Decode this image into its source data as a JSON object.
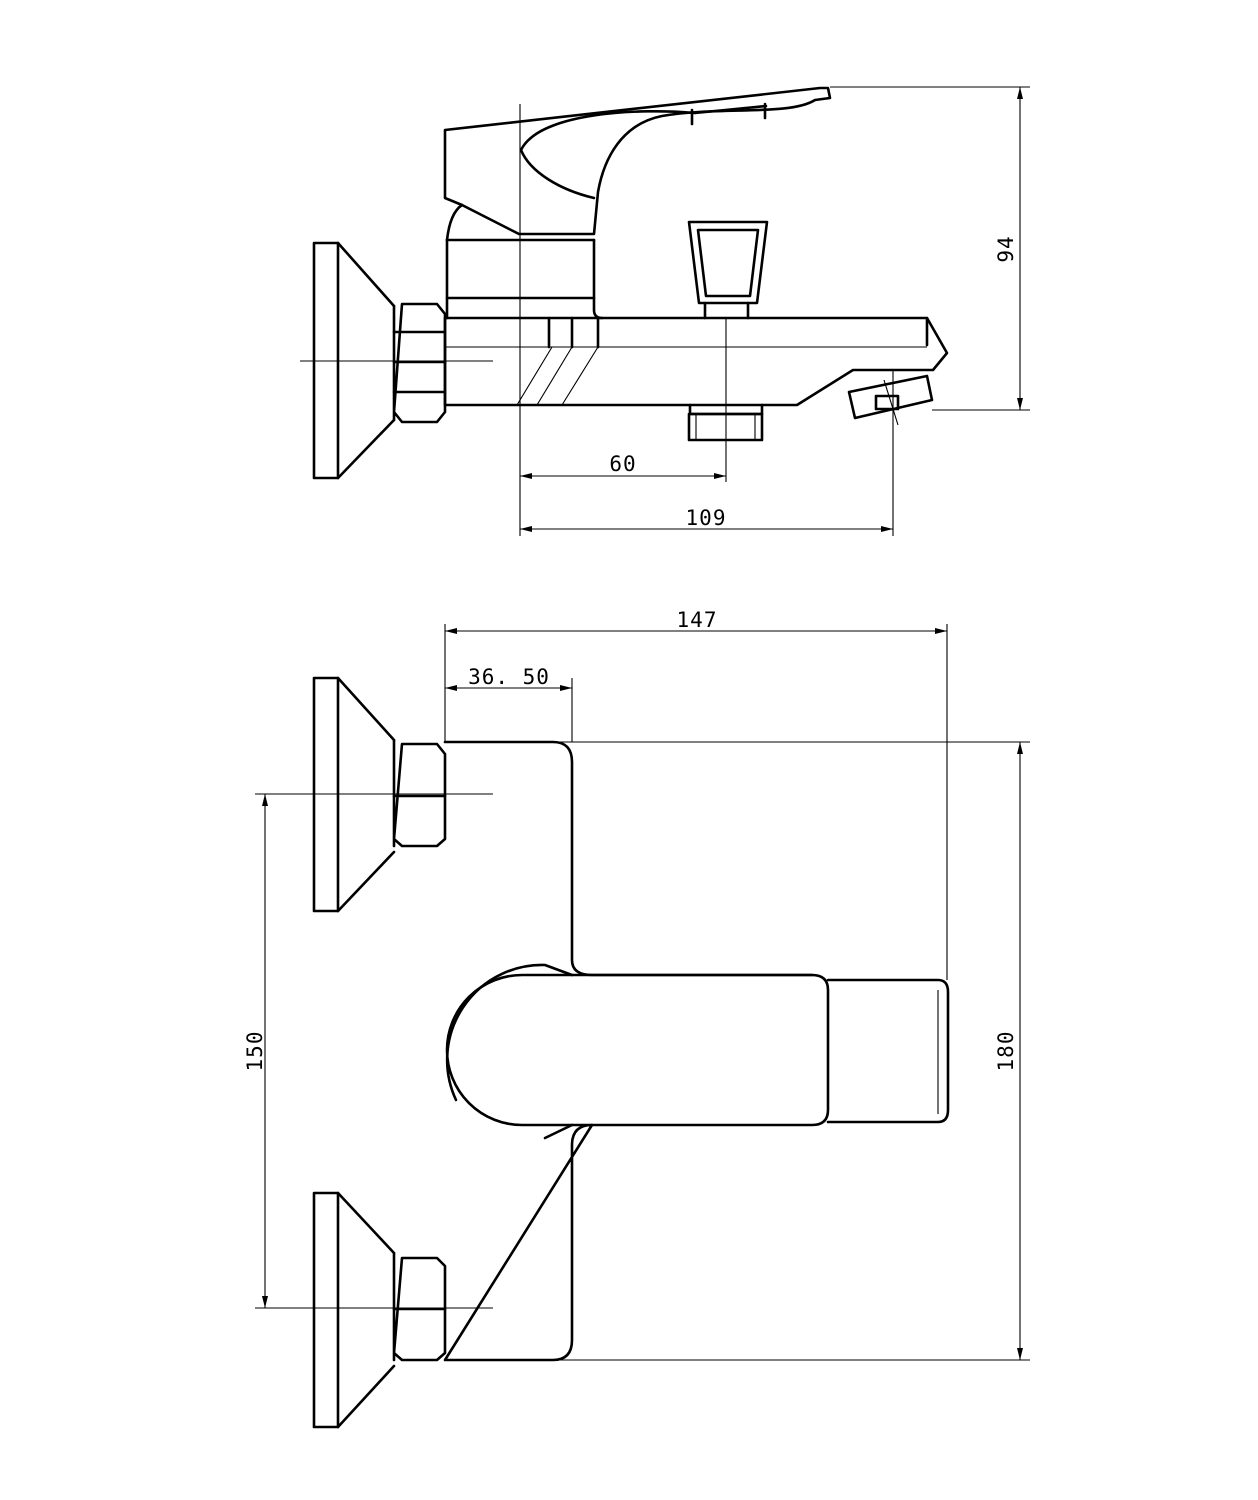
{
  "dimensions": {
    "side_height": "94",
    "spout_offset": "60",
    "spout_reach": "109",
    "overall_width": "147",
    "body_depth": "36. 50",
    "inlet_centers": "150",
    "body_height": "180"
  }
}
